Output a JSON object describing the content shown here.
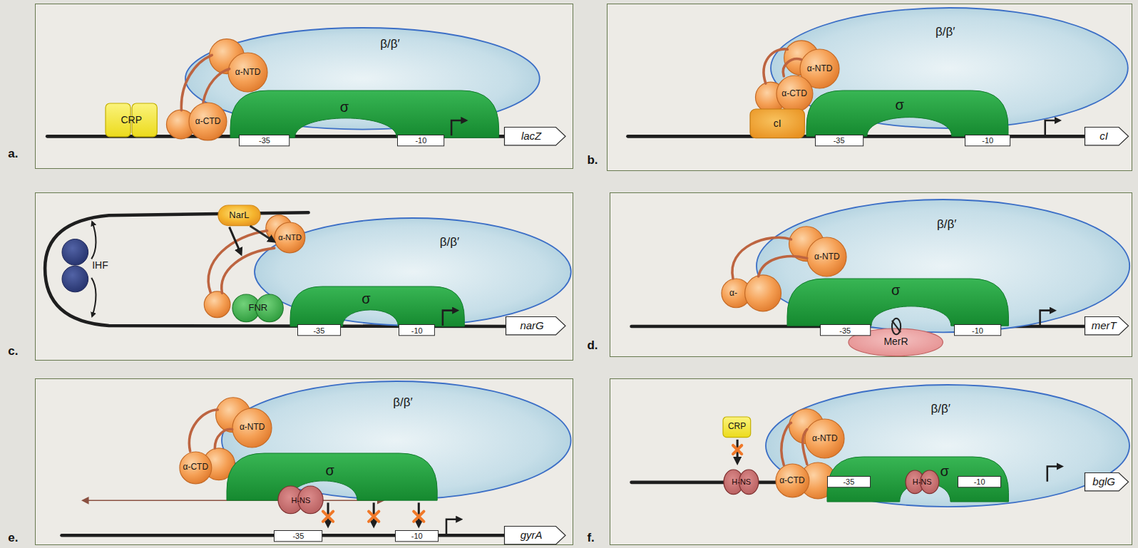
{
  "diagram": {
    "nodes": [
      {
        "text": [
          "a."
        ]
      },
      {
        "text": [
          "β/β′"
        ],
        "in": 0
      },
      {
        "text": [
          "α-NTD"
        ],
        "in": 0
      },
      {
        "text": [
          "α-CTD"
        ],
        "in": 0
      },
      {
        "text": [
          "σ"
        ],
        "in": 0
      },
      {
        "text": [
          "CRP"
        ],
        "in": 0
      },
      {
        "text": [
          "-35"
        ],
        "in": 0
      },
      {
        "text": [
          "-10"
        ],
        "in": 0
      },
      {
        "text": [
          "lacZ"
        ],
        "in": 0
      },
      {
        "text": [
          "b."
        ]
      },
      {
        "text": [
          "β/β′"
        ],
        "in": 9
      },
      {
        "text": [
          "α-NTD"
        ],
        "in": 9
      },
      {
        "text": [
          "α-CTD"
        ],
        "in": 9
      },
      {
        "text": [
          "σ"
        ],
        "in": 9
      },
      {
        "text": [
          "cI"
        ],
        "in": 9
      },
      {
        "text": [
          "-35"
        ],
        "in": 9
      },
      {
        "text": [
          "-10"
        ],
        "in": 9
      },
      {
        "text": [
          "cI"
        ],
        "in": 9
      },
      {
        "text": [
          "c."
        ]
      },
      {
        "text": [
          "IHF"
        ],
        "in": 18
      },
      {
        "text": [
          "NarL"
        ],
        "in": 18
      },
      {
        "text": [
          "β/β′"
        ],
        "in": 18
      },
      {
        "text": [
          "α-NTD"
        ],
        "in": 18
      },
      {
        "text": [
          "FNR"
        ],
        "in": 18
      },
      {
        "text": [
          "σ"
        ],
        "in": 18
      },
      {
        "text": [
          "-35"
        ],
        "in": 18
      },
      {
        "text": [
          "-10"
        ],
        "in": 18
      },
      {
        "text": [
          "narG"
        ],
        "in": 18
      },
      {
        "text": [
          "d."
        ]
      },
      {
        "text": [
          "β/β′"
        ],
        "in": 28
      },
      {
        "text": [
          "α-NTD"
        ],
        "in": 28
      },
      {
        "text": [
          "α-"
        ],
        "in": 28
      },
      {
        "text": [
          "σ"
        ],
        "in": 28
      },
      {
        "text": [
          "MerR"
        ],
        "in": 28
      },
      {
        "text": [
          "-35"
        ],
        "in": 28
      },
      {
        "text": [
          "-10"
        ],
        "in": 28
      },
      {
        "text": [
          "merT"
        ],
        "in": 28
      },
      {
        "text": [
          "e."
        ]
      },
      {
        "text": [
          "β/β′"
        ],
        "in": 37
      },
      {
        "text": [
          "α-NTD"
        ],
        "in": 37
      },
      {
        "text": [
          "α-CTD"
        ],
        "in": 37
      },
      {
        "text": [
          "σ"
        ],
        "in": 37
      },
      {
        "text": [
          "H-NS"
        ],
        "in": 37
      },
      {
        "text": [
          "-35"
        ],
        "in": 37
      },
      {
        "text": [
          "-10"
        ],
        "in": 37
      },
      {
        "text": [
          "gyrA"
        ],
        "in": 37
      },
      {
        "text": [
          "f."
        ]
      },
      {
        "text": [
          "CRP"
        ],
        "in": 46
      },
      {
        "text": [
          "H-NS"
        ],
        "in": 46
      },
      {
        "text": [
          "β/β′"
        ],
        "in": 46
      },
      {
        "text": [
          "α-NTD"
        ],
        "in": 46
      },
      {
        "text": [
          "α-CTD"
        ],
        "in": 46
      },
      {
        "text": [
          "σ"
        ],
        "in": 46
      },
      {
        "text": [
          "H-NS"
        ],
        "in": 46
      },
      {
        "text": [
          "-35"
        ],
        "in": 46
      },
      {
        "text": [
          "-10"
        ],
        "in": 46
      },
      {
        "text": [
          "bglG"
        ],
        "in": 46
      }
    ],
    "edges": [
      {
        "from": 20,
        "to": 22,
        "arrow": "to"
      }
    ]
  }
}
